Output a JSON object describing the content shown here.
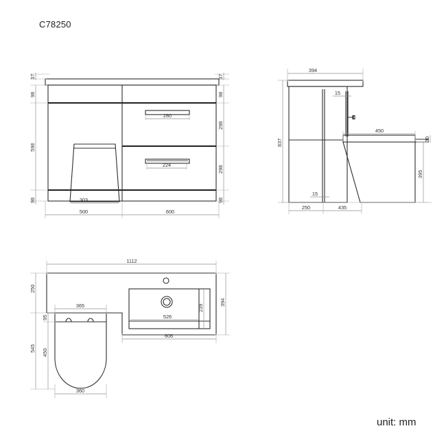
{
  "document": {
    "title": "C78250",
    "unit_note": "unit: mm",
    "background_color": "#ffffff",
    "line_color": "#2b2b2b",
    "dimension_color": "#8a8a8a"
  },
  "views": {
    "front_elevation": {
      "name": "front-elevation-view",
      "dimensions": {
        "left_top_offset": "37",
        "left_top_panel": "98",
        "left_middle": "598",
        "left_bottom_plinth": "98",
        "right_top_offset": "37",
        "right_top_panel": "98",
        "right_drawer_upper": "298",
        "right_drawer_lower": "298",
        "right_bottom_plinth": "98",
        "handle_upper": "280",
        "handle_lower": "224",
        "toilet_width": "303",
        "width_left_section": "500",
        "width_right_section": "600"
      }
    },
    "side_elevation": {
      "name": "side-elevation-view",
      "dimensions": {
        "top_depth": "394",
        "total_height": "837",
        "cistern_gap_top": "15",
        "cistern_gap_bottom": "15",
        "toilet_length": "450",
        "rim_thickness": "30",
        "toilet_height": "395",
        "cabinet_depth": "250",
        "toilet_projection": "435"
      }
    },
    "plan_view": {
      "name": "plan-view",
      "dimensions": {
        "total_width": "1112",
        "counter_depth_left": "250",
        "seat_offset": "95",
        "toilet_total_depth": "545",
        "seat_length": "450",
        "pan_outer_width": "365",
        "seat_width": "360",
        "basin_unit_depth": "394",
        "basin_inner_depth": "239",
        "basin_inner_width": "526",
        "basin_unit_width": "606"
      }
    }
  }
}
